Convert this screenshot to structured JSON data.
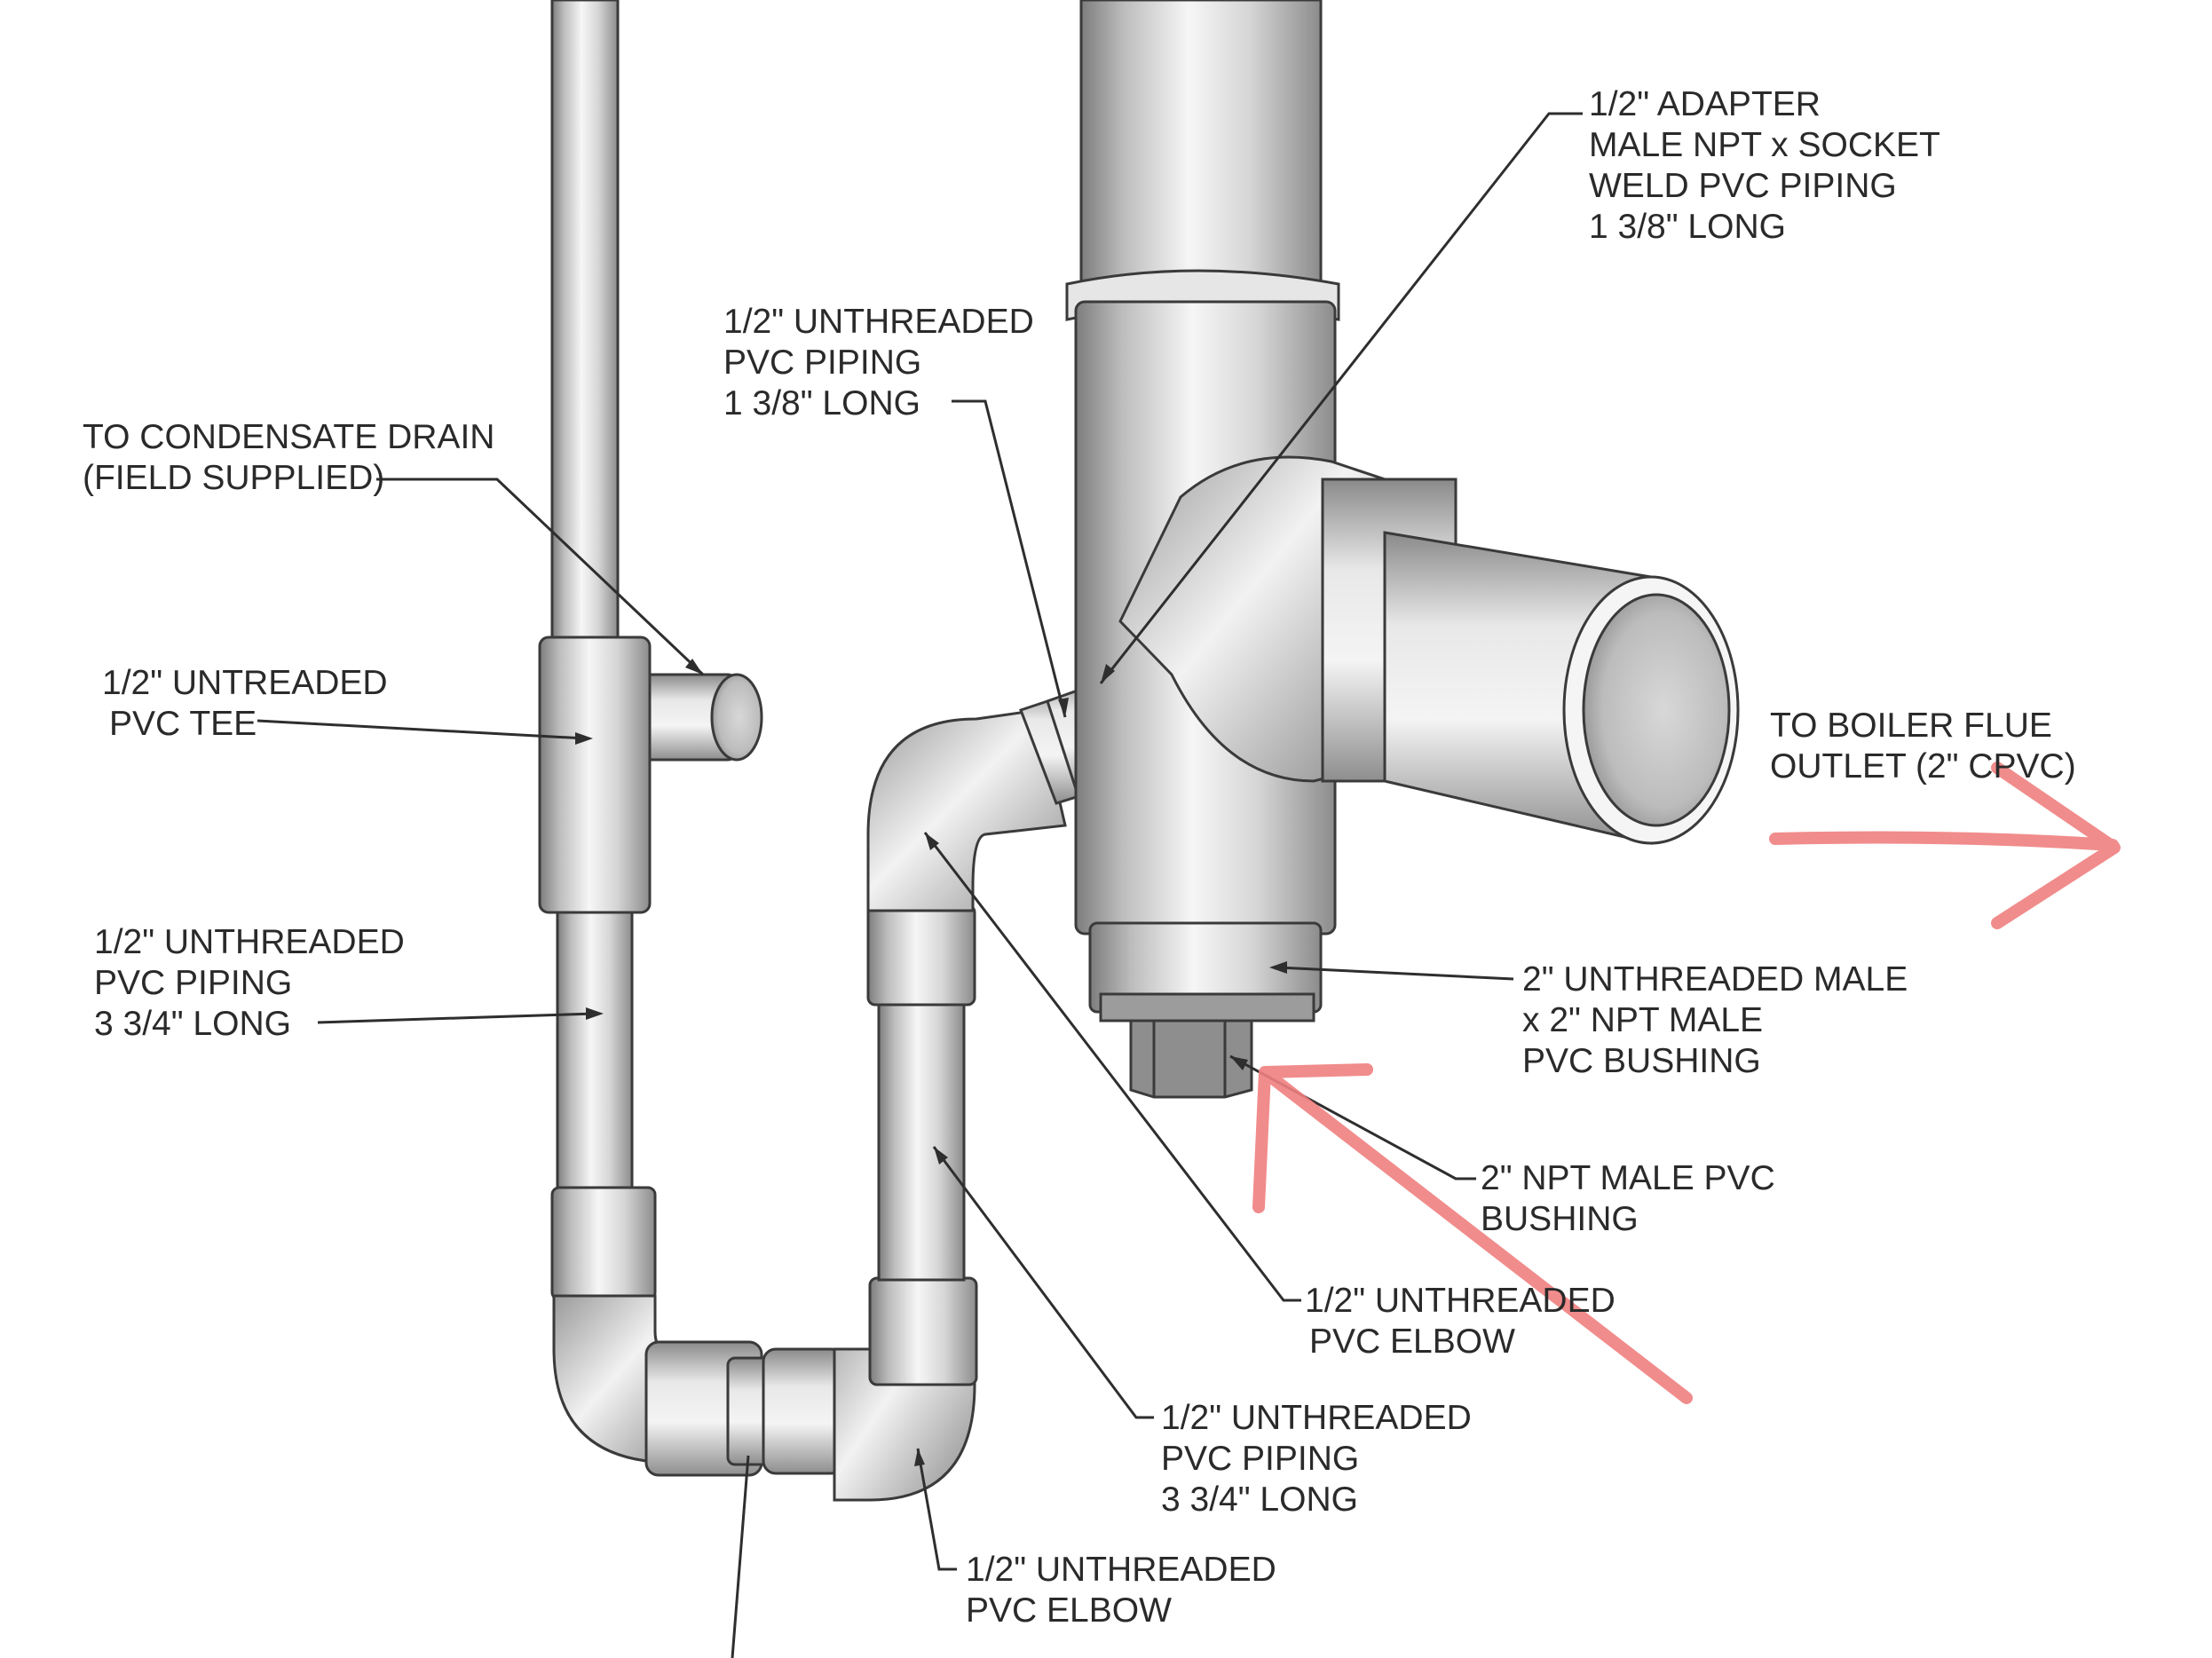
{
  "labels": {
    "adapter": [
      "1/2\" ADAPTER",
      "MALE NPT x SOCKET",
      "WELD PVC PIPING",
      "1 3/8\" LONG"
    ],
    "upper_piping": [
      "1/2\" UNTHREADED",
      "PVC PIPING",
      "1 3/8\" LONG"
    ],
    "condensate": [
      "TO CONDENSATE DRAIN",
      "(FIELD SUPPLIED)"
    ],
    "tee": [
      "1/2\" UNTREADED",
      "PVC TEE"
    ],
    "left_piping": [
      "1/2\" UNTHREADED",
      "PVC PIPING",
      "3 3/4\" LONG"
    ],
    "boiler": [
      "TO BOILER FLUE",
      "OUTLET (2\" CPVC)"
    ],
    "male_bushing": [
      "2\" UNTHREADED MALE",
      "x 2\" NPT MALE",
      "PVC BUSHING"
    ],
    "npt_bushing": [
      "2\" NPT MALE PVC",
      "BUSHING"
    ],
    "upper_elbow": [
      "1/2\" UNTHREADED",
      "PVC ELBOW"
    ],
    "right_piping": [
      "1/2\" UNTHREADED",
      "PVC PIPING",
      "3 3/4\" LONG"
    ],
    "lower_elbow": [
      "1/2\" UNTHREADED",
      "PVC ELBOW"
    ]
  },
  "colors": {
    "pipe_light": "#f2f2f2",
    "pipe_mid": "#c9c9c9",
    "pipe_dark": "#8a8a8a",
    "ink": "#2a2a2a",
    "annotation_pen": "#f08080"
  }
}
